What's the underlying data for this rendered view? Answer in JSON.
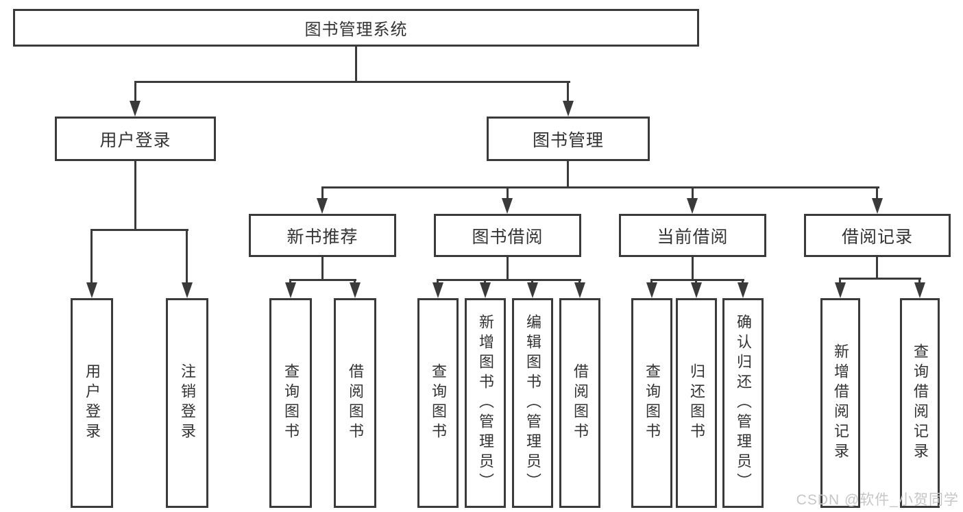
{
  "diagram": {
    "root": {
      "label": "图书管理系统",
      "children": [
        {
          "label": "用户登录",
          "children": [
            {
              "label": "用户登录"
            },
            {
              "label": "注销登录"
            }
          ]
        },
        {
          "label": "图书管理",
          "children": [
            {
              "label": "新书推荐",
              "children": [
                {
                  "label": "查询图书"
                },
                {
                  "label": "借阅图书"
                }
              ]
            },
            {
              "label": "图书借阅",
              "children": [
                {
                  "label": "查询图书"
                },
                {
                  "label": "新增图书（管理员）"
                },
                {
                  "label": "编辑图书（管理员）"
                },
                {
                  "label": "借阅图书"
                }
              ]
            },
            {
              "label": "当前借阅",
              "children": [
                {
                  "label": "查询图书"
                },
                {
                  "label": "归还图书"
                },
                {
                  "label": "确认归还（管理员）"
                }
              ]
            },
            {
              "label": "借阅记录",
              "children": [
                {
                  "label": "新增借阅记录"
                },
                {
                  "label": "查询借阅记录"
                }
              ]
            }
          ]
        }
      ]
    }
  },
  "watermark": {
    "text": "CSDN @软件_小贺同学"
  },
  "colors": {
    "line": "#3a3a3a",
    "text": "#333333",
    "watermark": "#c6c6c6",
    "background": "#ffffff"
  }
}
